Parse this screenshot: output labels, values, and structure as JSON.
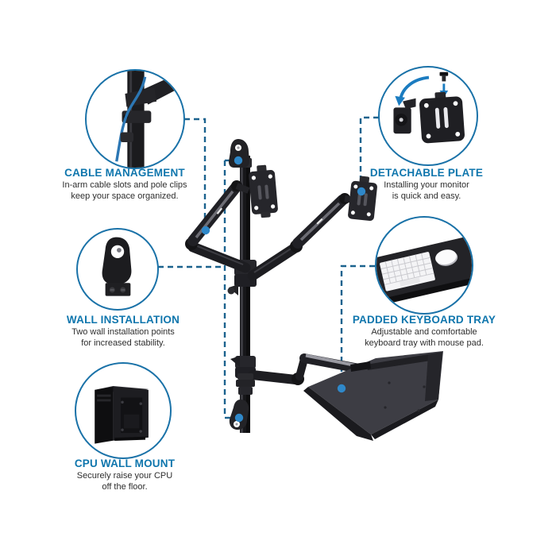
{
  "page": {
    "type": "product-feature-infographic",
    "background": "#ffffff"
  },
  "theme": {
    "accent": "#0f76ad",
    "line": "#1b628e",
    "dot": "#2f88c9",
    "text": "#2e2e2e",
    "circle_stroke": "#1a72a8",
    "bg": "#ffffff"
  },
  "product": {
    "name": "wall-mounted-dual-monitor-arm-with-keyboard-tray"
  },
  "features": [
    {
      "id": "cable-management",
      "title": "CABLE MANAGEMENT",
      "line1": "In-arm cable slots and pole clips",
      "line2": "keep your space organized.",
      "icon": "cable-clip-pole-illustration"
    },
    {
      "id": "detachable-plate",
      "title": "DETACHABLE PLATE",
      "line1": "Installing your monitor",
      "line2": "is quick and easy.",
      "icon": "vesa-plate-illustration"
    },
    {
      "id": "wall-installation",
      "title": "WALL INSTALLATION",
      "line1": "Two wall installation points",
      "line2": "for increased stability.",
      "icon": "wall-bracket-illustration"
    },
    {
      "id": "padded-keyboard-tray",
      "title": "PADDED KEYBOARD TRAY",
      "line1": "Adjustable and comfortable",
      "line2": "keyboard tray with mouse pad.",
      "icon": "keyboard-tray-illustration"
    },
    {
      "id": "cpu-wall-mount",
      "title": "CPU WALL MOUNT",
      "line1": "Securely raise your CPU",
      "line2": "off the floor.",
      "icon": "cpu-tower-illustration"
    }
  ]
}
